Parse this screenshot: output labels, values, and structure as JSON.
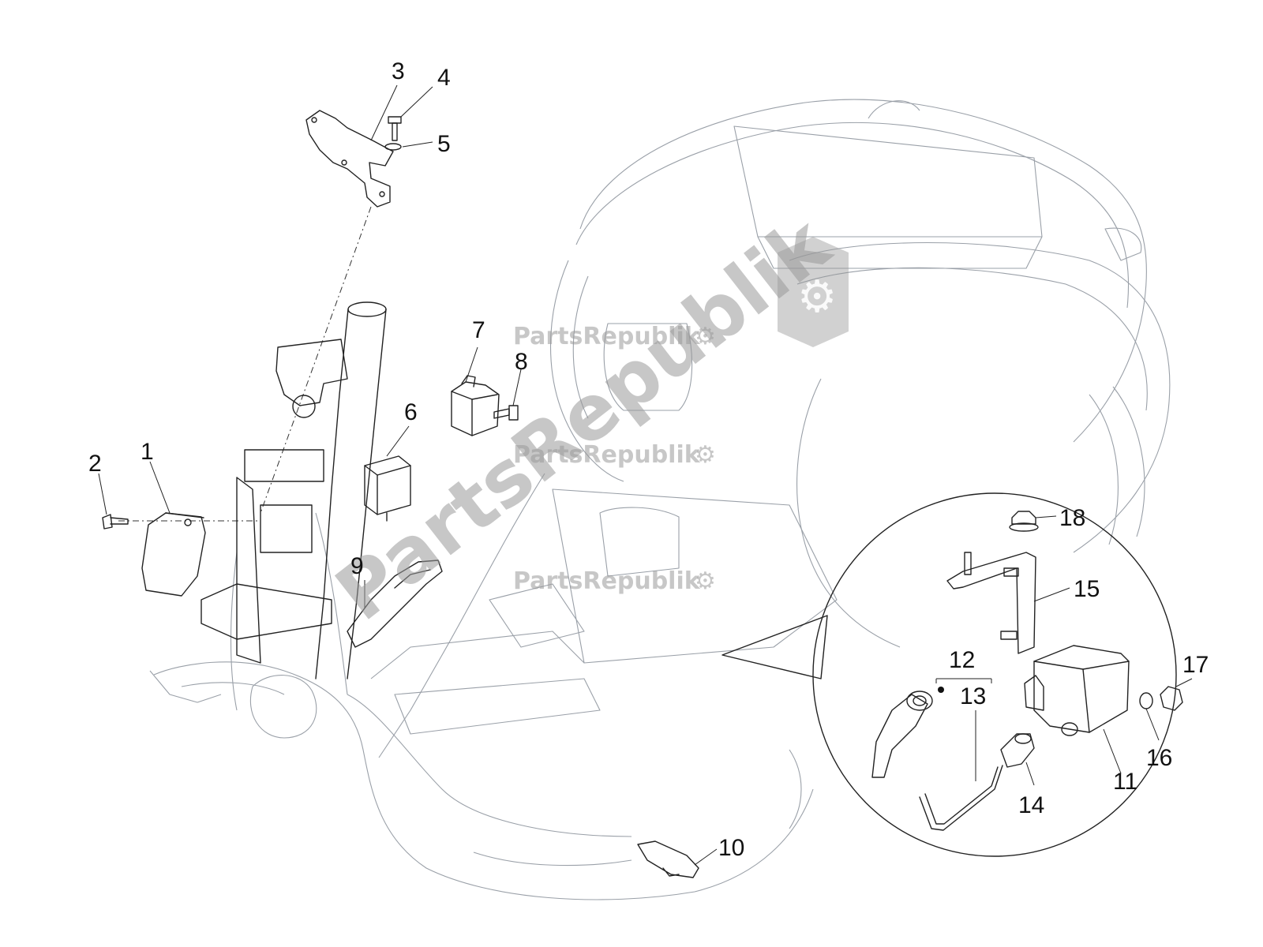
{
  "diagram": {
    "callouts": [
      {
        "id": "1",
        "label": "1"
      },
      {
        "id": "2",
        "label": "2"
      },
      {
        "id": "3",
        "label": "3"
      },
      {
        "id": "4",
        "label": "4"
      },
      {
        "id": "5",
        "label": "5"
      },
      {
        "id": "6",
        "label": "6"
      },
      {
        "id": "7",
        "label": "7"
      },
      {
        "id": "8",
        "label": "8"
      },
      {
        "id": "9",
        "label": "9"
      },
      {
        "id": "10",
        "label": "10"
      },
      {
        "id": "11",
        "label": "11"
      },
      {
        "id": "12",
        "label": "12"
      },
      {
        "id": "13",
        "label": "13"
      },
      {
        "id": "14",
        "label": "14"
      },
      {
        "id": "15",
        "label": "15"
      },
      {
        "id": "16",
        "label": "16"
      },
      {
        "id": "17",
        "label": "17"
      },
      {
        "id": "18",
        "label": "18"
      }
    ]
  },
  "watermark": {
    "brand": "PartsRepublik",
    "diagonal_text": "PartsRepublik",
    "icon": "gear-icon",
    "color": "#9a9a9a"
  },
  "colors": {
    "line": "#222222",
    "frame": "#9aa0a8",
    "background": "#ffffff"
  }
}
